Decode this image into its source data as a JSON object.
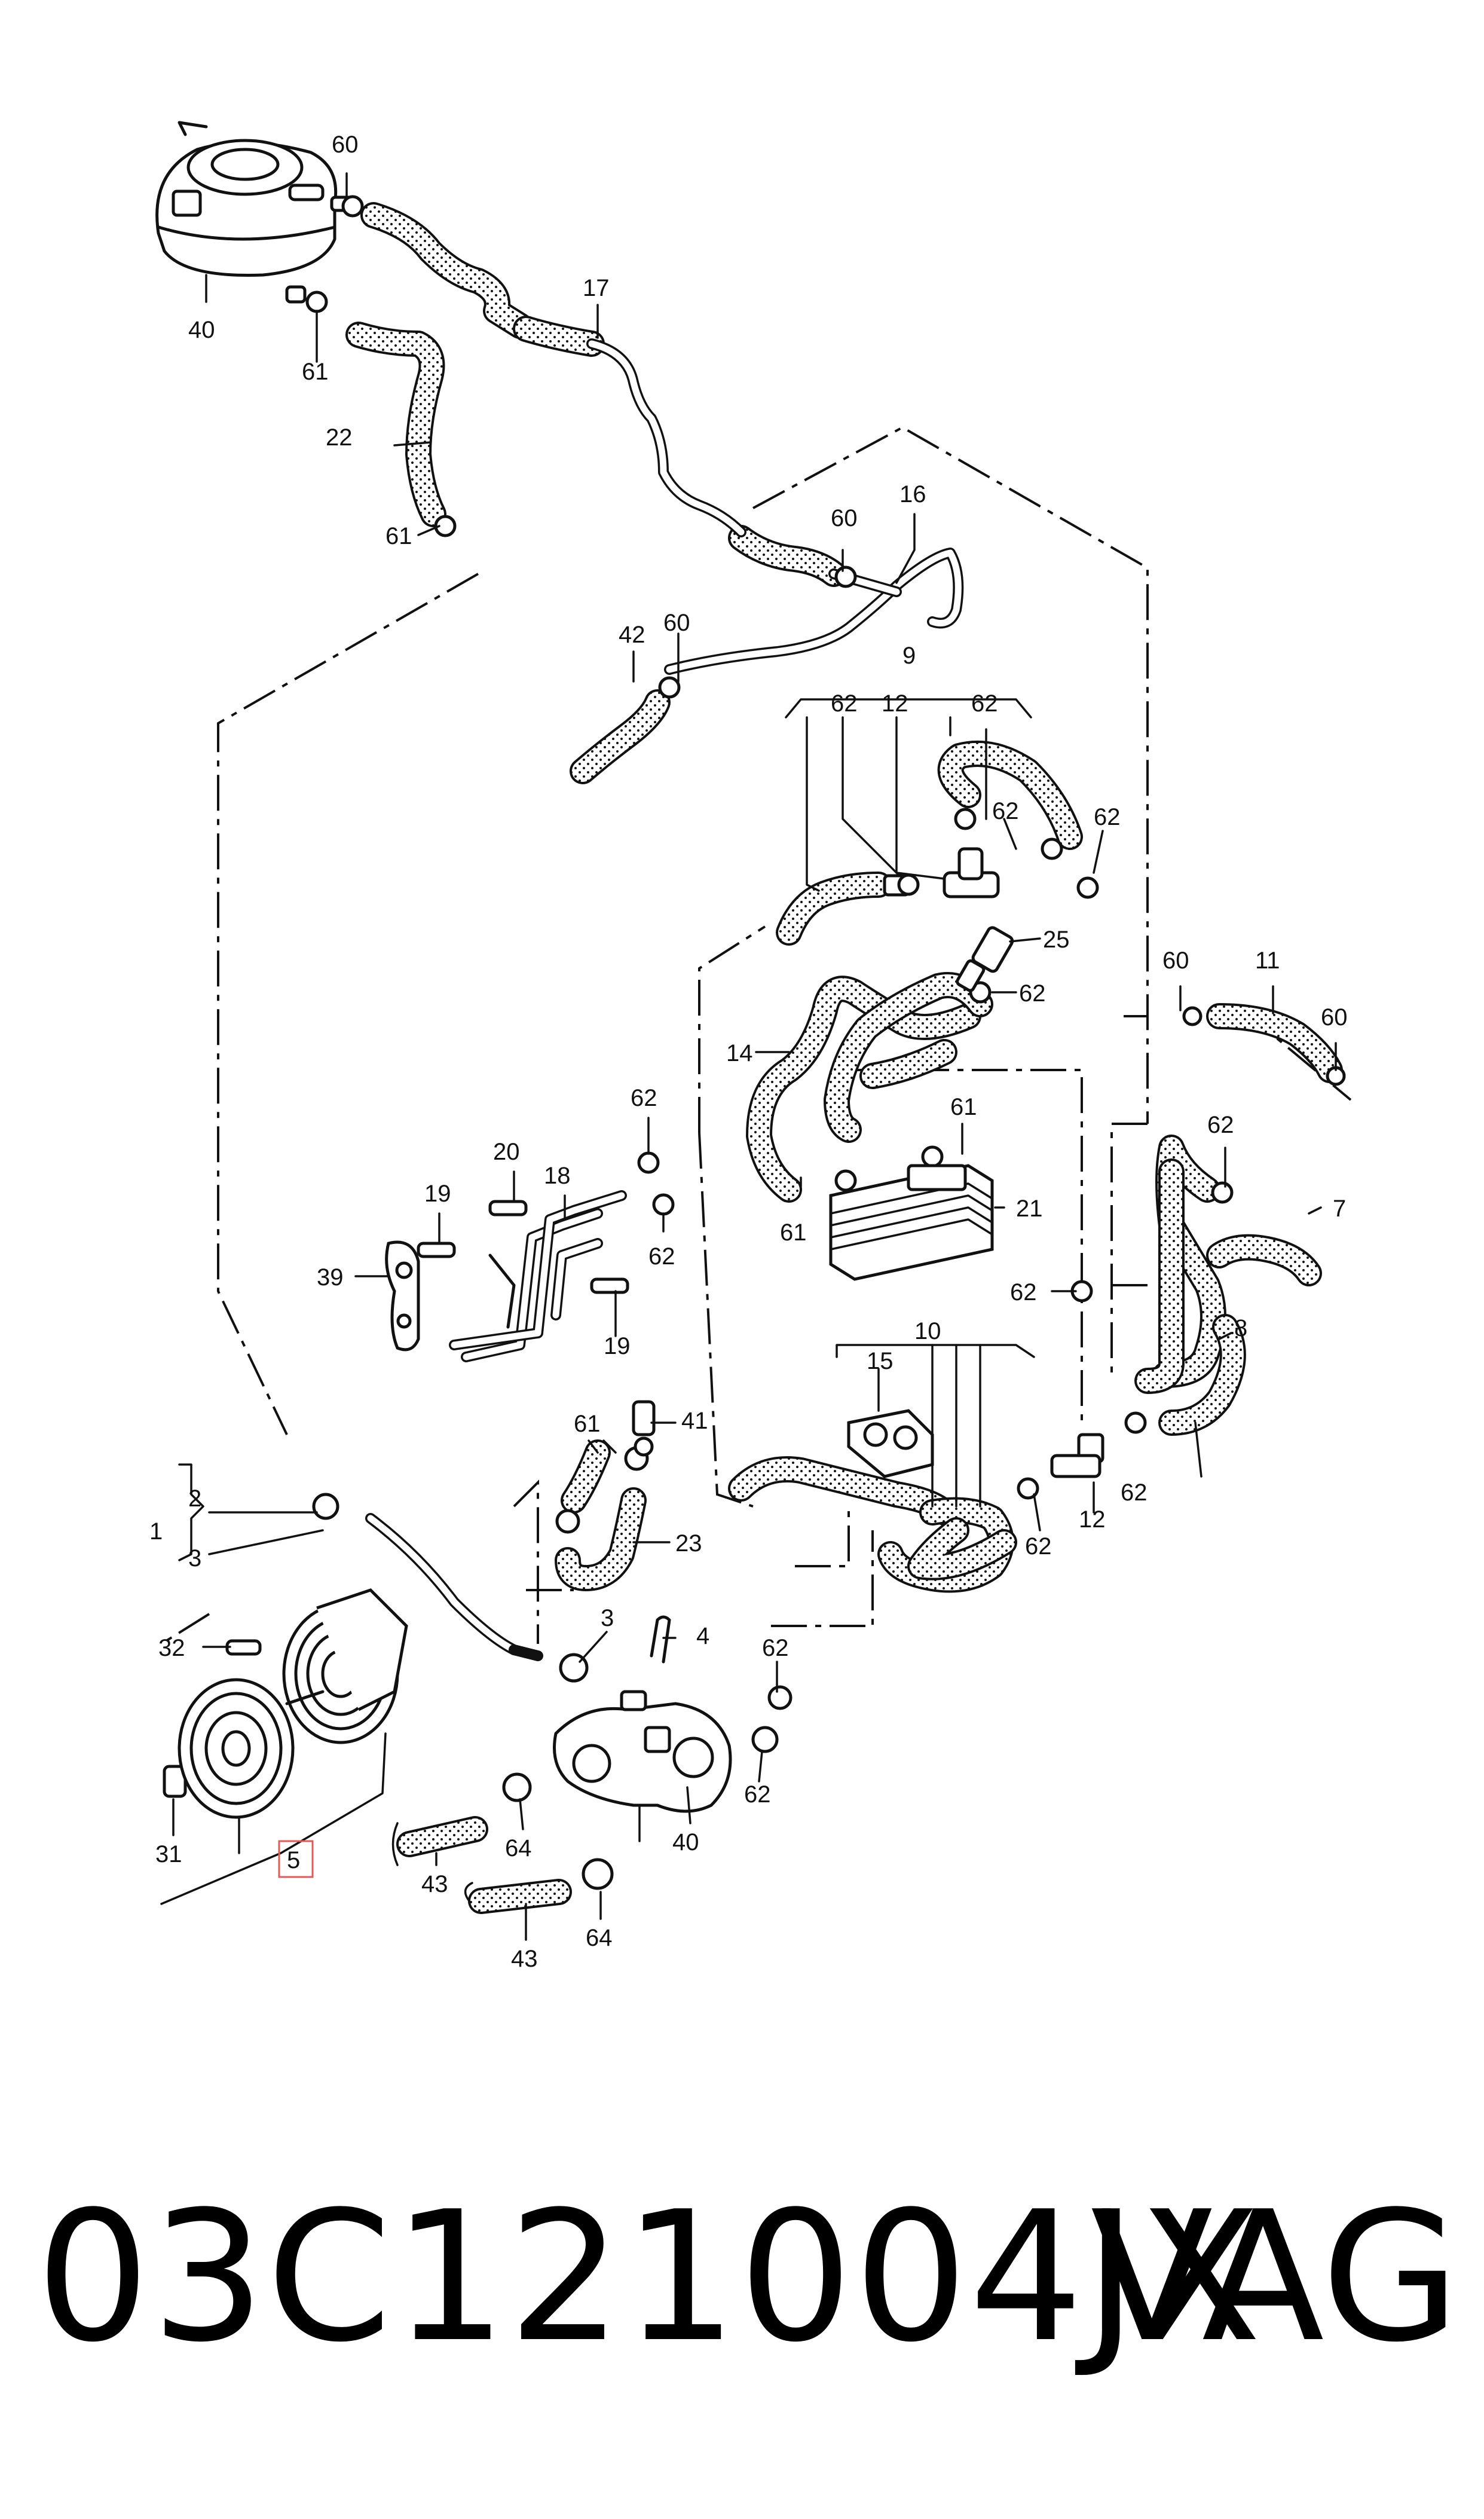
{
  "diagram": {
    "callouts": {
      "c40_tank": "40",
      "c60_a": "60",
      "c17": "17",
      "c61_a": "61",
      "c22": "22",
      "c61_b": "61",
      "c16": "16",
      "c60_b": "60",
      "c42": "42",
      "c60_c": "60",
      "c9": "9",
      "c62_a": "62",
      "c12_a": "12",
      "c62_b": "62",
      "c62_c": "62",
      "c62_d": "62",
      "c25": "25",
      "c62_e": "62",
      "c60_d": "60",
      "c11": "11",
      "c60_e": "60",
      "c14": "14",
      "c61_c": "61",
      "c62_f": "62",
      "c7": "7",
      "c20": "20",
      "c18": "18",
      "c62_g": "62",
      "c19_a": "19",
      "c61_d": "61",
      "c21": "21",
      "c39": "39",
      "c62_h": "62",
      "c19_b": "19",
      "c62_i": "62",
      "c8": "8",
      "c10": "10",
      "c15": "15",
      "c61_e": "61",
      "c41": "41",
      "c1": "1",
      "c2": "2",
      "c3_a": "3",
      "c23": "23",
      "c12_b": "12",
      "c62_j": "62",
      "c62_k": "62",
      "c3_b": "3",
      "c4": "4",
      "c32": "32",
      "c62_l": "62",
      "c62_m": "62",
      "c31": "31",
      "c64_a": "64",
      "c40_pump": "40",
      "c5": "5",
      "c43_a": "43",
      "c64_b": "64",
      "c43_b": "43"
    }
  },
  "footer": {
    "part_number": "03C121004JX",
    "brand": "VAG"
  },
  "colors": {
    "ink": "#111111",
    "highlight": "#e05a5a",
    "background": "#ffffff"
  }
}
